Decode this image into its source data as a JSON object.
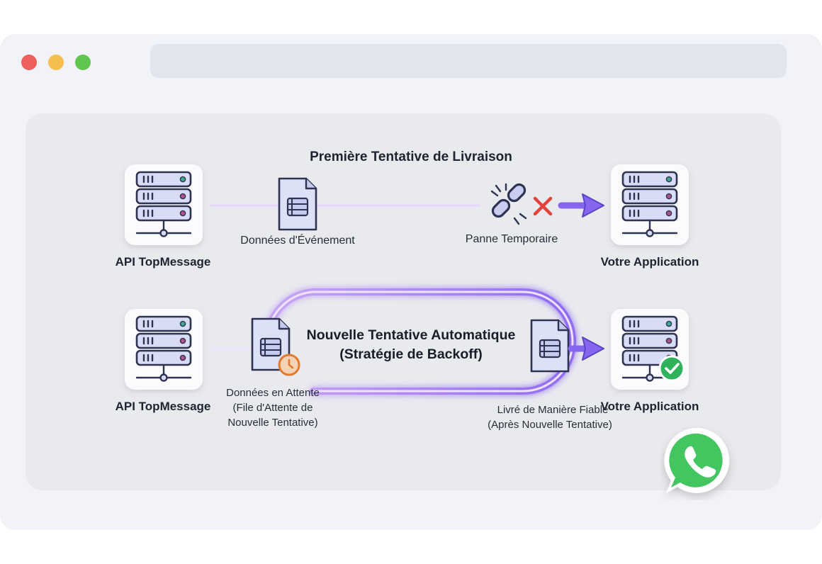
{
  "window": {
    "accent": "#8b6cf3",
    "success": "#2fb35a"
  },
  "diagram": {
    "top_title": "Première Tentative de Livraison",
    "top_row": {
      "source_label": "API TopMessage",
      "event_label": "Données d'Événement",
      "failure_label": "Panne Temporaire",
      "target_label": "Votre Application"
    },
    "bottom_row": {
      "source_label": "API TopMessage",
      "retry_title_line1": "Nouvelle Tentative Automatique",
      "retry_title_line2": "(Stratégie de Backoff)",
      "pending_line1": "Données en Attente",
      "pending_line2": "(File d'Attente de",
      "pending_line3": "Nouvelle Tentative)",
      "delivered_line1": "Livré de Manière Fiable",
      "delivered_line2": "(Après Nouvelle Tentative)",
      "target_label": "Votre Application"
    },
    "icons": [
      "server-icon",
      "document-icon",
      "broken-link-icon",
      "error-x-icon",
      "arrow-right-icon",
      "clock-icon",
      "checkmark-icon",
      "whatsapp-icon"
    ]
  }
}
